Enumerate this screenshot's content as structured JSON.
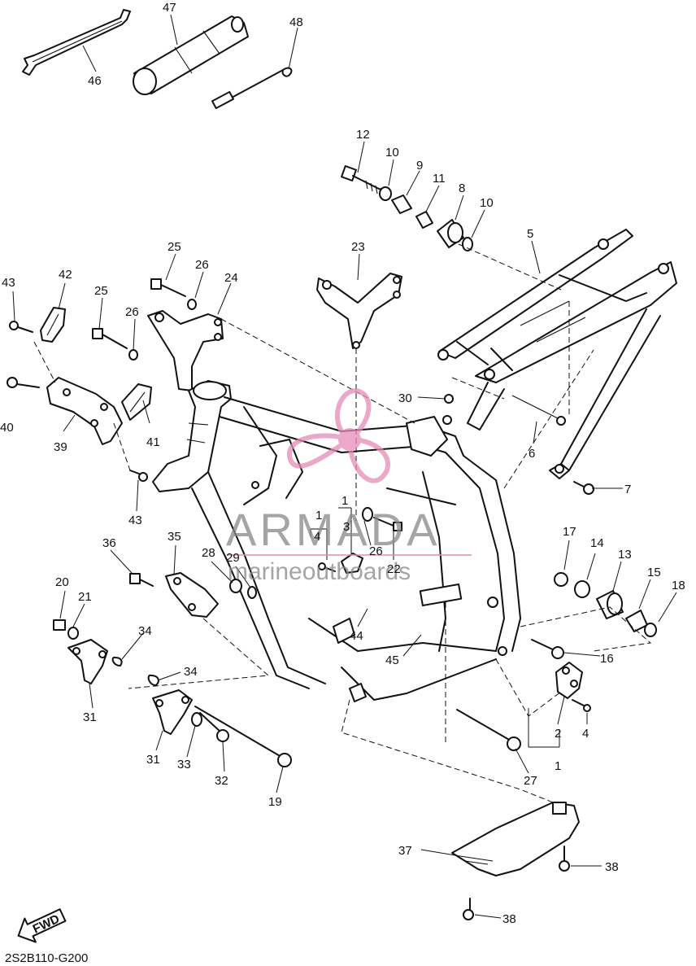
{
  "diagram_code": "2S2B110-G200",
  "fwd_label": "FWD",
  "watermark": {
    "brand": "ARMADA",
    "tagline": "marineoutboards",
    "accent": "#e58bb8"
  },
  "callouts": [
    {
      "id": "c47",
      "label": "47"
    },
    {
      "id": "c48",
      "label": "48"
    },
    {
      "id": "c46",
      "label": "46"
    },
    {
      "id": "c12",
      "label": "12"
    },
    {
      "id": "c10a",
      "label": "10"
    },
    {
      "id": "c9",
      "label": "9"
    },
    {
      "id": "c11",
      "label": "11"
    },
    {
      "id": "c8",
      "label": "8"
    },
    {
      "id": "c10b",
      "label": "10"
    },
    {
      "id": "c5",
      "label": "5"
    },
    {
      "id": "c25a",
      "label": "25"
    },
    {
      "id": "c26a",
      "label": "26"
    },
    {
      "id": "c24",
      "label": "24"
    },
    {
      "id": "c23",
      "label": "23"
    },
    {
      "id": "c43a",
      "label": "43"
    },
    {
      "id": "c42",
      "label": "42"
    },
    {
      "id": "c25b",
      "label": "25"
    },
    {
      "id": "c26b",
      "label": "26"
    },
    {
      "id": "c40",
      "label": "40"
    },
    {
      "id": "c39",
      "label": "39"
    },
    {
      "id": "c41",
      "label": "41"
    },
    {
      "id": "c30",
      "label": "30"
    },
    {
      "id": "c6",
      "label": "6"
    },
    {
      "id": "c7",
      "label": "7"
    },
    {
      "id": "c43b",
      "label": "43"
    },
    {
      "id": "c1a",
      "label": "1"
    },
    {
      "id": "c4a",
      "label": "4"
    },
    {
      "id": "c1b",
      "label": "1"
    },
    {
      "id": "c3",
      "label": "3"
    },
    {
      "id": "c26c",
      "label": "26"
    },
    {
      "id": "c22",
      "label": "22"
    },
    {
      "id": "c17",
      "label": "17"
    },
    {
      "id": "c14",
      "label": "14"
    },
    {
      "id": "c13",
      "label": "13"
    },
    {
      "id": "c15",
      "label": "15"
    },
    {
      "id": "c18",
      "label": "18"
    },
    {
      "id": "c36",
      "label": "36"
    },
    {
      "id": "c35",
      "label": "35"
    },
    {
      "id": "c28",
      "label": "28"
    },
    {
      "id": "c29",
      "label": "29"
    },
    {
      "id": "c20",
      "label": "20"
    },
    {
      "id": "c21",
      "label": "21"
    },
    {
      "id": "c34a",
      "label": "34"
    },
    {
      "id": "c44",
      "label": "44"
    },
    {
      "id": "c45",
      "label": "45"
    },
    {
      "id": "c16",
      "label": "16"
    },
    {
      "id": "c31a",
      "label": "31"
    },
    {
      "id": "c34b",
      "label": "34"
    },
    {
      "id": "c2",
      "label": "2"
    },
    {
      "id": "c4b",
      "label": "4"
    },
    {
      "id": "c1c",
      "label": "1"
    },
    {
      "id": "c31b",
      "label": "31"
    },
    {
      "id": "c33",
      "label": "33"
    },
    {
      "id": "c32",
      "label": "32"
    },
    {
      "id": "c19",
      "label": "19"
    },
    {
      "id": "c27",
      "label": "27"
    },
    {
      "id": "c37",
      "label": "37"
    },
    {
      "id": "c38a",
      "label": "38"
    },
    {
      "id": "c38b",
      "label": "38"
    }
  ]
}
